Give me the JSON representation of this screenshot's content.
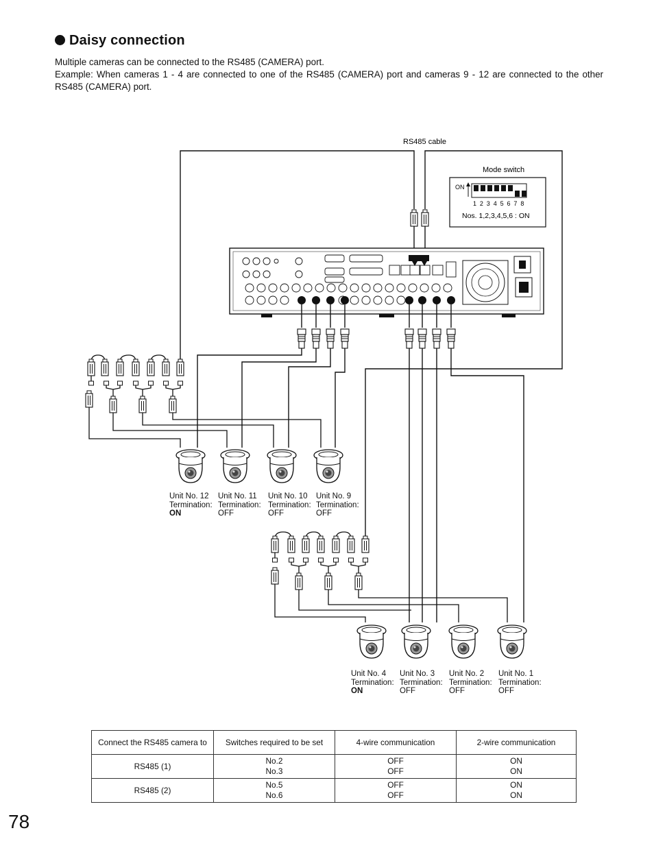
{
  "heading": "Daisy connection",
  "intro": "Multiple cameras can be connected to the RS485 (CAMERA) port.",
  "example": "Example: When cameras 1 - 4 are connected to one of the RS485 (CAMERA) port and cameras 9 - 12 are connected to the other RS485 (CAMERA) port.",
  "diagram": {
    "rs485_cable_label": "RS485 cable",
    "mode_switch": {
      "title": "Mode switch",
      "on_label": "ON",
      "numbers": "1 2 3 4 5 6 7 8",
      "setting": "Nos. 1,2,3,4,5,6 : ON"
    },
    "cameras_top": [
      {
        "unit": "Unit No. 12",
        "term_label": "Termination:",
        "term_value": "ON",
        "bold": true
      },
      {
        "unit": "Unit No. 11",
        "term_label": "Termination:",
        "term_value": "OFF",
        "bold": false
      },
      {
        "unit": "Unit No. 10",
        "term_label": "Termination:",
        "term_value": "OFF",
        "bold": false
      },
      {
        "unit": "Unit No. 9",
        "term_label": "Termination:",
        "term_value": "OFF",
        "bold": false
      }
    ],
    "cameras_bottom": [
      {
        "unit": "Unit No. 4",
        "term_label": "Termination:",
        "term_value": "ON",
        "bold": true
      },
      {
        "unit": "Unit No. 3",
        "term_label": "Termination:",
        "term_value": "OFF",
        "bold": false
      },
      {
        "unit": "Unit No. 2",
        "term_label": "Termination:",
        "term_value": "OFF",
        "bold": false
      },
      {
        "unit": "Unit No. 1",
        "term_label": "Termination:",
        "term_value": "OFF",
        "bold": false
      }
    ]
  },
  "table": {
    "headers": [
      "Connect the RS485 camera to",
      "Switches required to be set",
      "4-wire communication",
      "2-wire communication"
    ],
    "rows": [
      {
        "port": "RS485 (1)",
        "switches": [
          "No.2",
          "No.3"
        ],
        "four_wire": [
          "OFF",
          "OFF"
        ],
        "two_wire": [
          "ON",
          "ON"
        ]
      },
      {
        "port": "RS485 (2)",
        "switches": [
          "No.5",
          "No.6"
        ],
        "four_wire": [
          "OFF",
          "OFF"
        ],
        "two_wire": [
          "ON",
          "ON"
        ]
      }
    ]
  },
  "page_number": "78"
}
